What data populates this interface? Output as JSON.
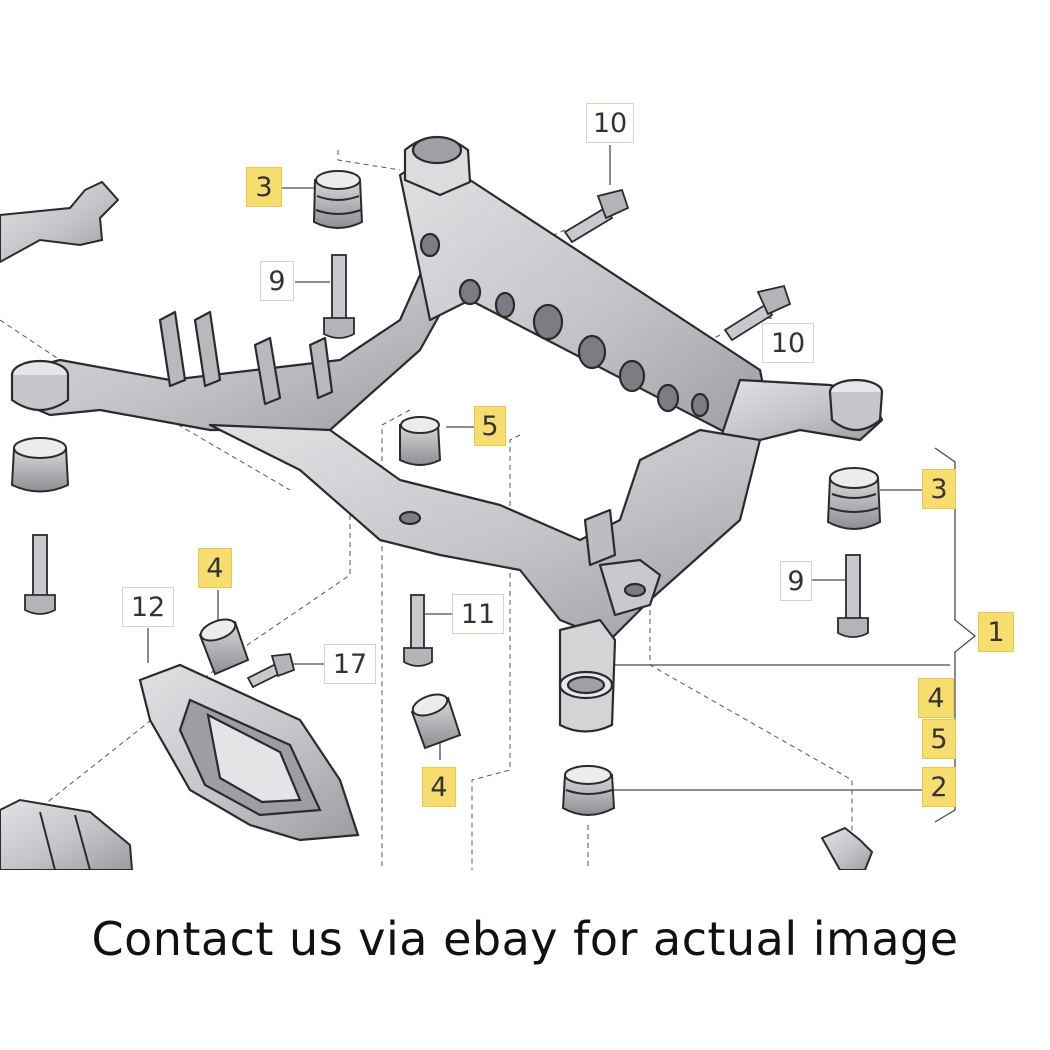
{
  "diagram": {
    "callouts": {
      "c10_top": "10",
      "c3_left": "3",
      "c9_left": "9",
      "c10_mid": "10",
      "c5_center": "5",
      "c3_right": "3",
      "c9_right": "9",
      "c1_right": "1",
      "c4_left": "4",
      "c12": "12",
      "c11": "11",
      "c17": "17",
      "c4_bottom": "4",
      "c4_right": "4",
      "c5_right": "5",
      "c2_right": "2"
    },
    "parts": {
      "subframe": "rear-axle-subframe",
      "bushing": "rubber-mount-bushing",
      "bolt": "mounting-bolt",
      "bracket": "reinforcement-plate"
    },
    "colors": {
      "part_fill": "#cfcfd2",
      "part_dark": "#8f9095",
      "outline": "#2b2b2f",
      "highlight": "#f7dc6f",
      "leader": "#4a4a4a"
    }
  },
  "caption": "Contact us via ebay for actual image"
}
